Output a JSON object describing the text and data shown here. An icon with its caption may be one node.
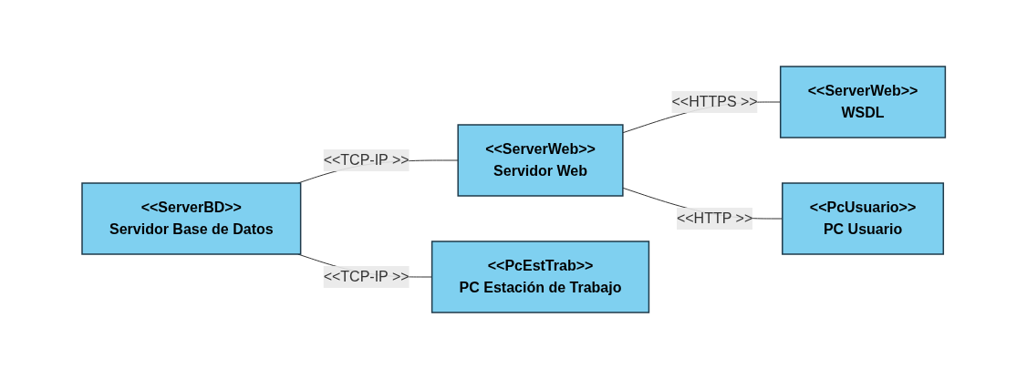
{
  "diagram": {
    "nodes": [
      {
        "text": [
          "<<ServerBD>>",
          "Servidor Base de Datos"
        ]
      },
      {
        "text": [
          "<<ServerWeb>>",
          "Servidor Web"
        ]
      },
      {
        "text": [
          "<<ServerWeb>>",
          "WSDL"
        ]
      },
      {
        "text": [
          "<<PcEstTrab>>",
          "PC Estación de Trabajo"
        ]
      },
      {
        "text": [
          "<<PcUsuario>>",
          "PC Usuario"
        ]
      }
    ],
    "edges": [
      {
        "from": 0,
        "to": 1,
        "arrow": "none",
        "label": "<<TCP-IP >>"
      },
      {
        "from": 1,
        "to": 2,
        "arrow": "none",
        "label": "<<HTTPS >>"
      },
      {
        "from": 0,
        "to": 3,
        "arrow": "none",
        "label": "<<TCP-IP >>"
      },
      {
        "from": 1,
        "to": 4,
        "arrow": "none",
        "label": "<<HTTP >>"
      }
    ]
  }
}
